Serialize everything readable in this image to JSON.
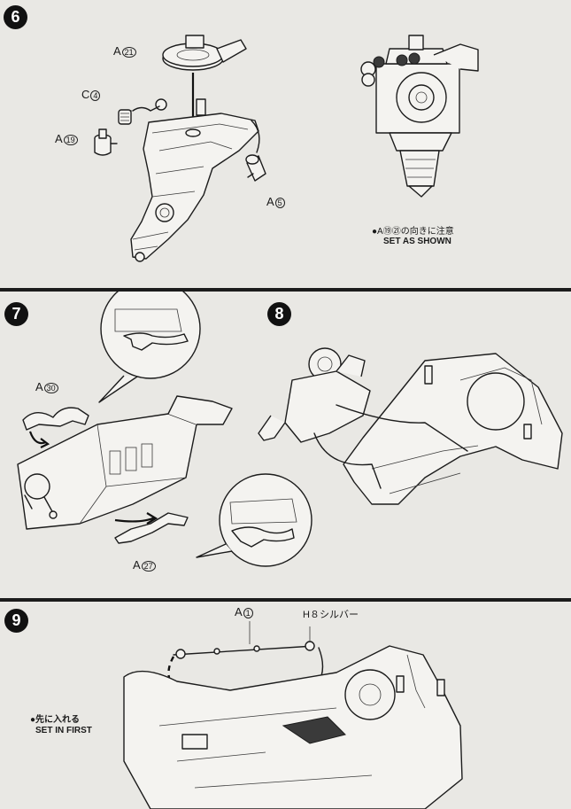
{
  "steps": {
    "step6": {
      "number": "6",
      "parts": {
        "a21": {
          "letter": "A",
          "num": "21"
        },
        "c4": {
          "letter": "C",
          "num": "4"
        },
        "a19": {
          "letter": "A",
          "num": "19"
        },
        "a5": {
          "letter": "A",
          "num": "5"
        }
      },
      "note_jp": "●A⑲㉑の向きに注意",
      "note_en": "SET AS SHOWN"
    },
    "step7": {
      "number": "7",
      "parts": {
        "a30": {
          "letter": "A",
          "num": "30"
        },
        "a27": {
          "letter": "A",
          "num": "27"
        }
      }
    },
    "step8": {
      "number": "8"
    },
    "step9": {
      "number": "9",
      "parts": {
        "a1": {
          "letter": "A",
          "num": "1"
        },
        "h8": "H８シルバー"
      },
      "note_jp": "●先に入れる",
      "note_en": "SET IN FIRST"
    }
  },
  "colors": {
    "paper": "#e9e8e4",
    "ink": "#1c1c1c",
    "step_badge": "#111111"
  }
}
